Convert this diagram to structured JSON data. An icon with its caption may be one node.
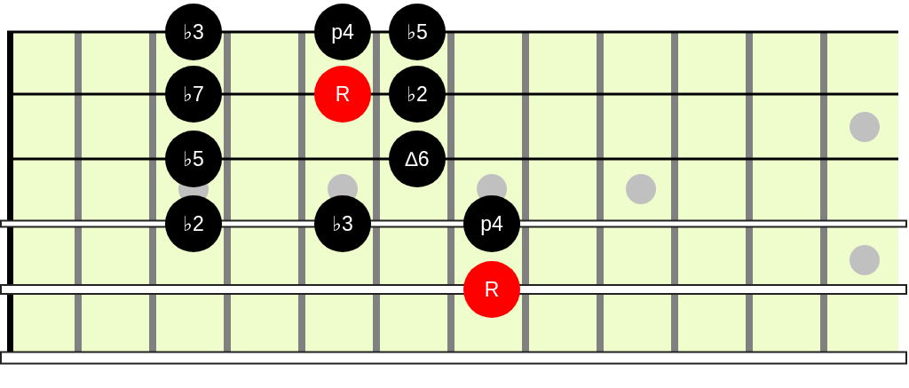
{
  "diagram": {
    "nodes": [
      {
        "text": [
          "♭3"
        ]
      },
      {
        "text": [
          "p4"
        ]
      },
      {
        "text": [
          "♭5"
        ]
      },
      {
        "text": [
          "♭7"
        ]
      },
      {
        "text": [
          "R"
        ]
      },
      {
        "text": [
          "♭2"
        ]
      },
      {
        "text": [
          "♭5"
        ]
      },
      {
        "text": [
          "∆6"
        ]
      },
      {
        "text": [
          "♭2"
        ]
      },
      {
        "text": [
          "♭3"
        ]
      },
      {
        "text": [
          "p4"
        ]
      },
      {
        "text": [
          "R"
        ]
      }
    ]
  }
}
